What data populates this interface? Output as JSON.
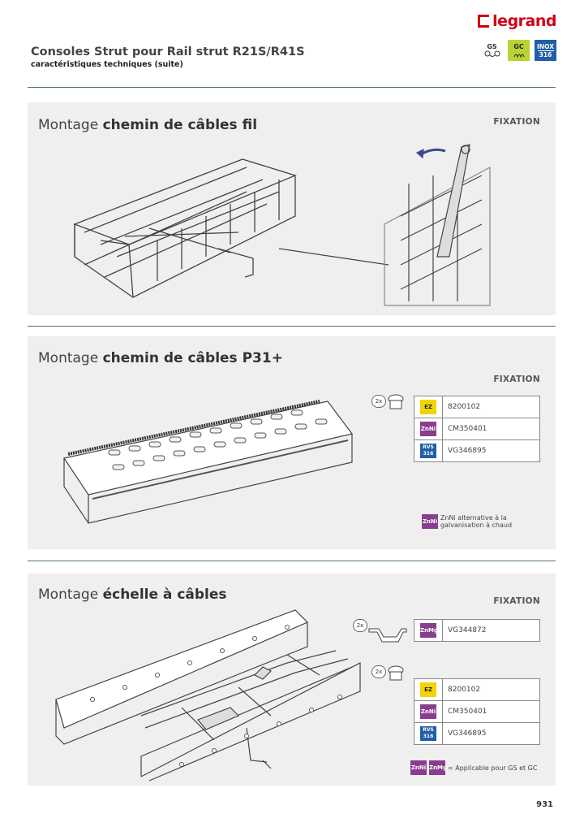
{
  "header": {
    "brand": "legrand",
    "title": "Consoles Strut pour Rail strut R21S/R41S",
    "subtitle": "caractéristiques techniques (suite)",
    "badges": [
      {
        "label": "GS"
      },
      {
        "label": "GC"
      },
      {
        "label_top": "INOX",
        "label_bottom": "316"
      }
    ]
  },
  "sections": [
    {
      "title_plain": "Montage ",
      "title_bold": "chemin de câbles fil",
      "fixation_label": "FIXATION"
    },
    {
      "title_plain": "Montage ",
      "title_bold": "chemin de câbles P31+",
      "fixation_label": "FIXATION",
      "quantity": "2x",
      "rows": [
        {
          "chip": "EZ",
          "ref": "8200102"
        },
        {
          "chip": "ZnNi",
          "ref": "CM350401"
        },
        {
          "chip": "RVS 316",
          "ref": "VG346895"
        }
      ],
      "note_chip": "ZnNi",
      "note": "ZnNi alternative à la galvanisation à chaud"
    },
    {
      "title_plain": "Montage ",
      "title_bold": "échelle à câbles",
      "fixation_label": "FIXATION",
      "quantity_a": "2x",
      "rows_a": [
        {
          "chip": "ZnMg",
          "ref": "VG344872"
        }
      ],
      "quantity_b": "2x",
      "rows_b": [
        {
          "chip": "EZ",
          "ref": "8200102"
        },
        {
          "chip": "ZnNi",
          "ref": "CM350401"
        },
        {
          "chip": "RVS 316",
          "ref": "VG346895"
        }
      ],
      "note_chips": [
        "ZnNi",
        "ZnMg"
      ],
      "note": "= Applicable pour GS et GC"
    }
  ],
  "page_number": "931",
  "colors": {
    "brand_red": "#d0021b",
    "separator": "#4b6e7c",
    "panel_bg": "#efefef",
    "gc_green": "#b8d432",
    "inox_blue": "#1f5fa8",
    "zn_purple": "#8a3d8f",
    "ez_yellow": "#f2d500"
  }
}
